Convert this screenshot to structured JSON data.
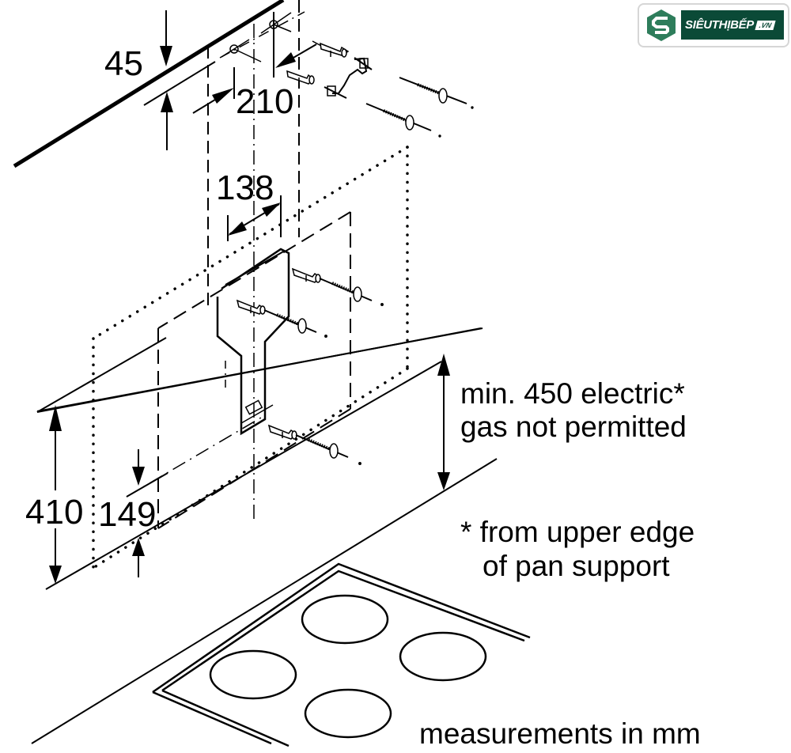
{
  "logo": {
    "brand": "SIÊUTHỊBẾP",
    "tld": ".VN",
    "colors": {
      "banner": "#0b4a37",
      "mark": "#2e7d5b"
    }
  },
  "dimensions": {
    "d45": "45",
    "d210": "210",
    "d138": "138",
    "d410": "410",
    "d149": "149"
  },
  "notes": {
    "clearance_line1": "min. 450 electric*",
    "clearance_line2": "gas not permitted",
    "footnote_line1": "* from upper edge",
    "footnote_line2": "of pan support",
    "units": "measurements in mm"
  },
  "hob": {
    "burner_count": 4
  }
}
